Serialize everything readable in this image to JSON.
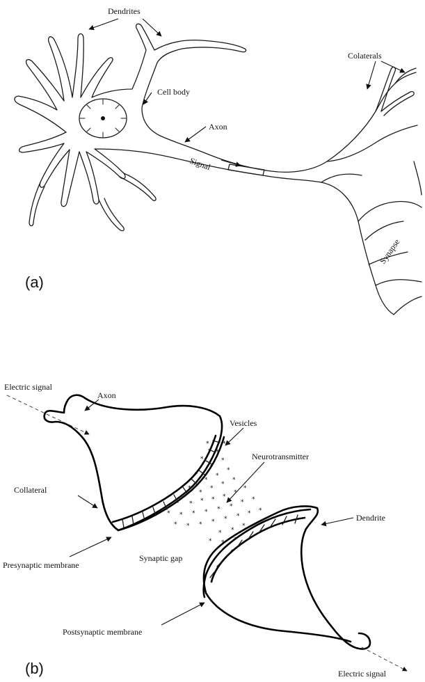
{
  "figure_a": {
    "panel_label": "(a)",
    "labels": {
      "dendrites": "Dendrites",
      "cell_body": "Cell body",
      "axon": "Axon",
      "signal": "Signal",
      "collaterals": "Colaterals",
      "synapse": "Synapse"
    }
  },
  "figure_b": {
    "panel_label": "(b)",
    "labels": {
      "electric_signal_in": "Electric signal",
      "axon": "Axon",
      "vesicles": "Vesicles",
      "neurotransmitter": "Neurotransmitter",
      "collateral": "Collateral",
      "dendrite": "Dendrite",
      "presynaptic_membrane": "Presynaptic membrane",
      "synaptic_gap": "Synaptic gap",
      "postsynaptic_membrane": "Postsynaptic membrane",
      "electric_signal_out": "Electric signal"
    }
  }
}
